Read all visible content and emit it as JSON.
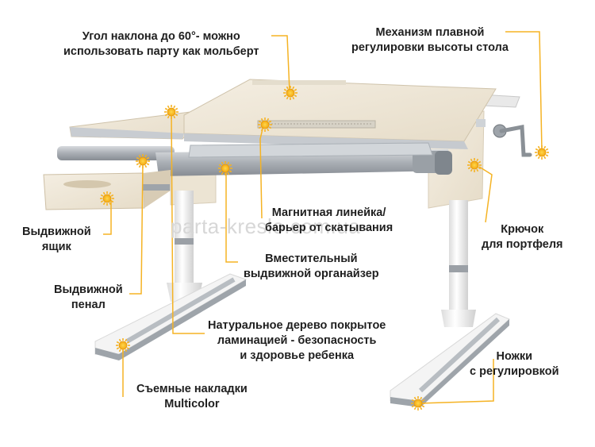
{
  "watermark": "parta-kreslo.com.ua",
  "callouts": {
    "tilt": [
      "Угол наклона до 60°- можно",
      "использовать парту как мольберт"
    ],
    "height_mechanism": [
      "Механизм плавной",
      "регулировки высоты стола"
    ],
    "drawer": [
      "Выдвижной",
      "ящик"
    ],
    "pencil_case": [
      "Выдвижной",
      "пенал"
    ],
    "ruler": [
      "Магнитная линейка/",
      "барьер от скатывания"
    ],
    "organizer": [
      "Вместительный",
      "выдвижной органайзер"
    ],
    "hook": [
      "Крючок",
      "для портфеля"
    ],
    "wood": [
      "Натуральное дерево покрытое",
      "ламинацией - безопасность",
      "и здоровье ребенка"
    ],
    "legs": [
      "Ножки",
      "с регулировкой"
    ],
    "pads": [
      "Съемные накладки",
      "Multicolor"
    ]
  },
  "colors": {
    "callout_line": "#f5b324",
    "marker_center": "#f7c31d",
    "desk_wood": "#efe7d8",
    "frame_grey": "#b9bdc2",
    "leg_white": "#f2f2f2"
  }
}
